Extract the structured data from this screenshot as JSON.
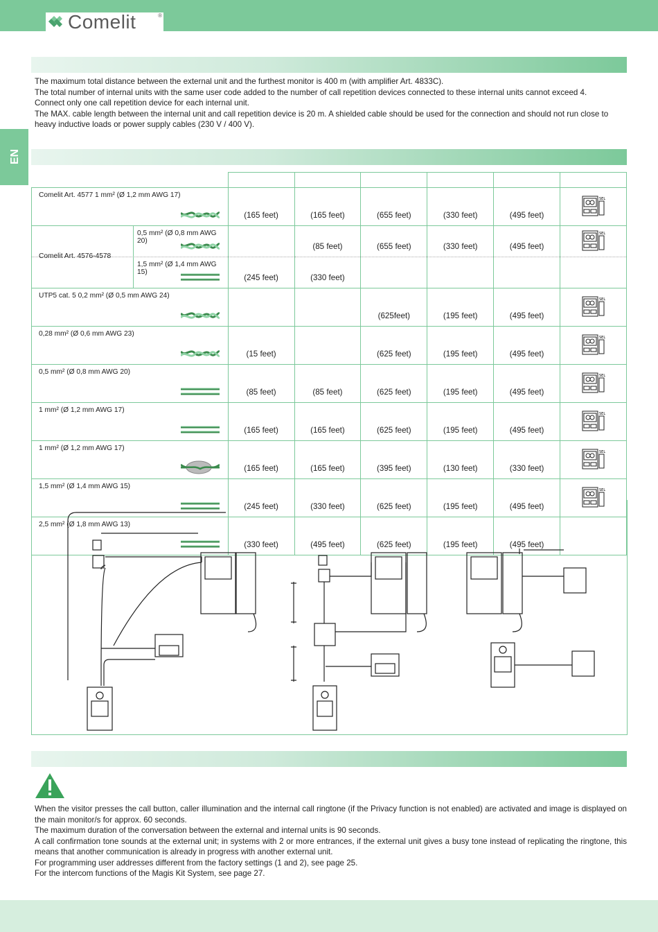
{
  "brand": {
    "name": "Comelit",
    "reg": "®"
  },
  "language_tab": "EN",
  "intro_lines": [
    "The maximum total distance between the external unit and the furthest monitor is 400 m (with amplifier Art. 4833C).",
    "The total number of internal units with the same user code added to the number of call repetition devices connected to these internal units cannot exceed 4.",
    "Connect only one call repetition device for each internal unit.",
    "The MAX. cable length between the internal unit and call repetition device is 20 m. A shielded cable should be used for the connection and should not run close to heavy inductive loads or power supply cables (230 V / 400 V)."
  ],
  "table": {
    "rows": [
      {
        "label": "Comelit Art. 4577 1 mm² (Ø 1,2 mm AWG 17)",
        "wire": "twisted",
        "values": [
          "(165 feet)",
          "(165 feet)",
          "(655 feet)",
          "(330 feet)",
          "(495 feet)"
        ],
        "icon": true
      },
      {
        "label": "Comelit Art. 4576-4578",
        "sub": "0,5 mm² (Ø 0,8 mm AWG 20)",
        "wire": "twisted",
        "values": [
          "",
          "(85 feet)",
          "(655 feet)",
          "(330 feet)",
          "(495 feet)"
        ],
        "icon": true
      },
      {
        "label": "",
        "sub": "1,5 mm² (Ø 1,4 mm AWG 15)",
        "wire": "parallel",
        "values": [
          "(245 feet)",
          "(330 feet)",
          "",
          "",
          ""
        ],
        "icon": false
      },
      {
        "label": "UTP5 cat. 5 0,2 mm² (Ø 0,5 mm AWG 24)",
        "wire": "twisted",
        "values": [
          "",
          "",
          "(625feet)",
          "(195 feet)",
          "(495 feet)"
        ],
        "icon": true
      },
      {
        "label": "0,28 mm² (Ø 0,6 mm AWG 23)",
        "wire": "twisted",
        "values": [
          "(15 feet)",
          "",
          "(625 feet)",
          "(195 feet)",
          "(495 feet)"
        ],
        "icon": true
      },
      {
        "label": "0,5 mm² (Ø 0,8 mm AWG 20)",
        "wire": "parallel",
        "values": [
          "(85 feet)",
          "(85 feet)",
          "(625 feet)",
          "(195 feet)",
          "(495 feet)"
        ],
        "icon": true
      },
      {
        "label": "1 mm² (Ø 1,2 mm AWG 17)",
        "wire": "parallel",
        "values": [
          "(165 feet)",
          "(165 feet)",
          "(625 feet)",
          "(195 feet)",
          "(495 feet)"
        ],
        "icon": true
      },
      {
        "label": "1 mm² (Ø 1,2 mm AWG 17)",
        "wire": "shielded",
        "values": [
          "(165 feet)",
          "(165 feet)",
          "(395 feet)",
          "(130 feet)",
          "(330 feet)"
        ],
        "icon": true
      },
      {
        "label": "1,5 mm² (Ø 1,4 mm AWG 15)",
        "wire": "parallel",
        "values": [
          "(245 feet)",
          "(330 feet)",
          "(625 feet)",
          "(195 feet)",
          "(495 feet)"
        ],
        "icon": true
      },
      {
        "label": "2,5 mm² (Ø 1,8 mm AWG 13)",
        "wire": "parallel",
        "values": [
          "(330 feet)",
          "(495 feet)",
          "(625 feet)",
          "(195 feet)",
          "(495 feet)"
        ],
        "icon": false
      }
    ]
  },
  "operation_lines": [
    "When the visitor presses the call button, caller illumination and the internal call ringtone (if the Privacy function is not enabled) are activated and image is displayed on the main monitor/s for approx. 60 seconds.",
    "The maximum duration of the conversation between the external and internal units is 90 seconds.",
    "A call confirmation tone sounds at the external unit; in systems with 2 or more entrances, if the external unit gives a busy tone instead of replicating the ringtone, this means that another communication is already in progress with another external unit.",
    "For programming user addresses different from the factory settings (1 and 2), see page 25.",
    "For the intercom functions of the Magis Kit System, see page 27."
  ],
  "colors": {
    "accent": "#7cc99a",
    "light": "#d6eede"
  }
}
